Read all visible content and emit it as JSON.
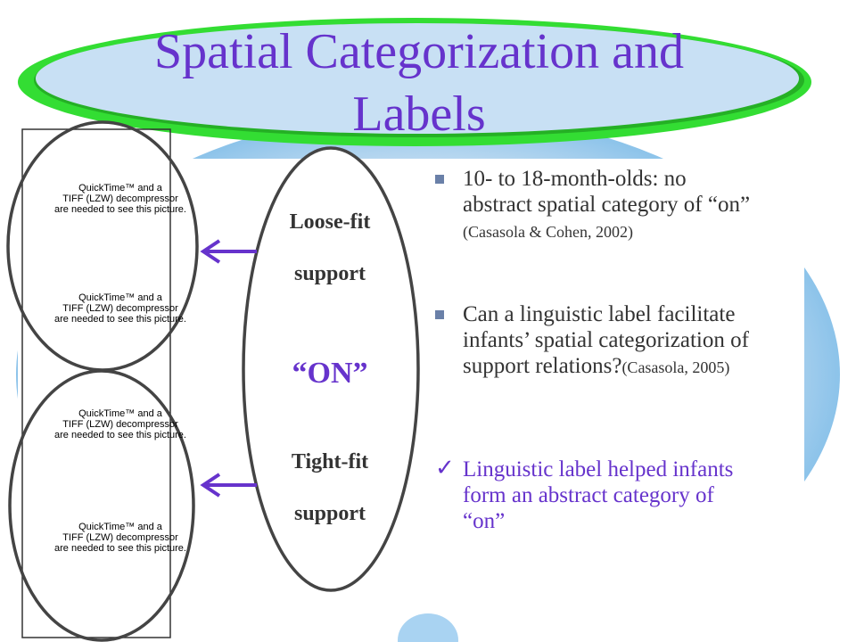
{
  "title": {
    "line1": "Spatial Categorization and",
    "line2": "Labels"
  },
  "figure": {
    "quicktime_notice": {
      "line1": "QuickTime™ and a",
      "line2": "TIFF (LZW) decompressor",
      "line3": "are needed to see this picture."
    },
    "oval_labels": {
      "loose1": "Loose-fit",
      "loose2": "support",
      "on": "“ON”",
      "tight1": "Tight-fit",
      "tight2": "support"
    }
  },
  "bullets": [
    {
      "text": "10- to 18-month-olds: no abstract spatial category of “on”",
      "cite": "(Casasola & Cohen, 2002)"
    },
    {
      "text": "Can a linguistic label facilitate infants’ spatial categorization of support relations?",
      "cite": "(Casasola, 2005)"
    }
  ],
  "conclusion": {
    "mark": "✓",
    "text": "Linguistic label helped infants form an abstract category of “on”"
  },
  "colors": {
    "title": "#6633cc",
    "arrow": "#6633cc",
    "check": "#6633cc",
    "bullet_marker": "#6a80a8",
    "body_text": "#333333",
    "bg_light_blue": "#c9dff2",
    "bg_mid_blue": "#7fbce8",
    "title_ellipse_fill": "#c8e0f4",
    "title_ellipse_ring": "#33dd33"
  }
}
